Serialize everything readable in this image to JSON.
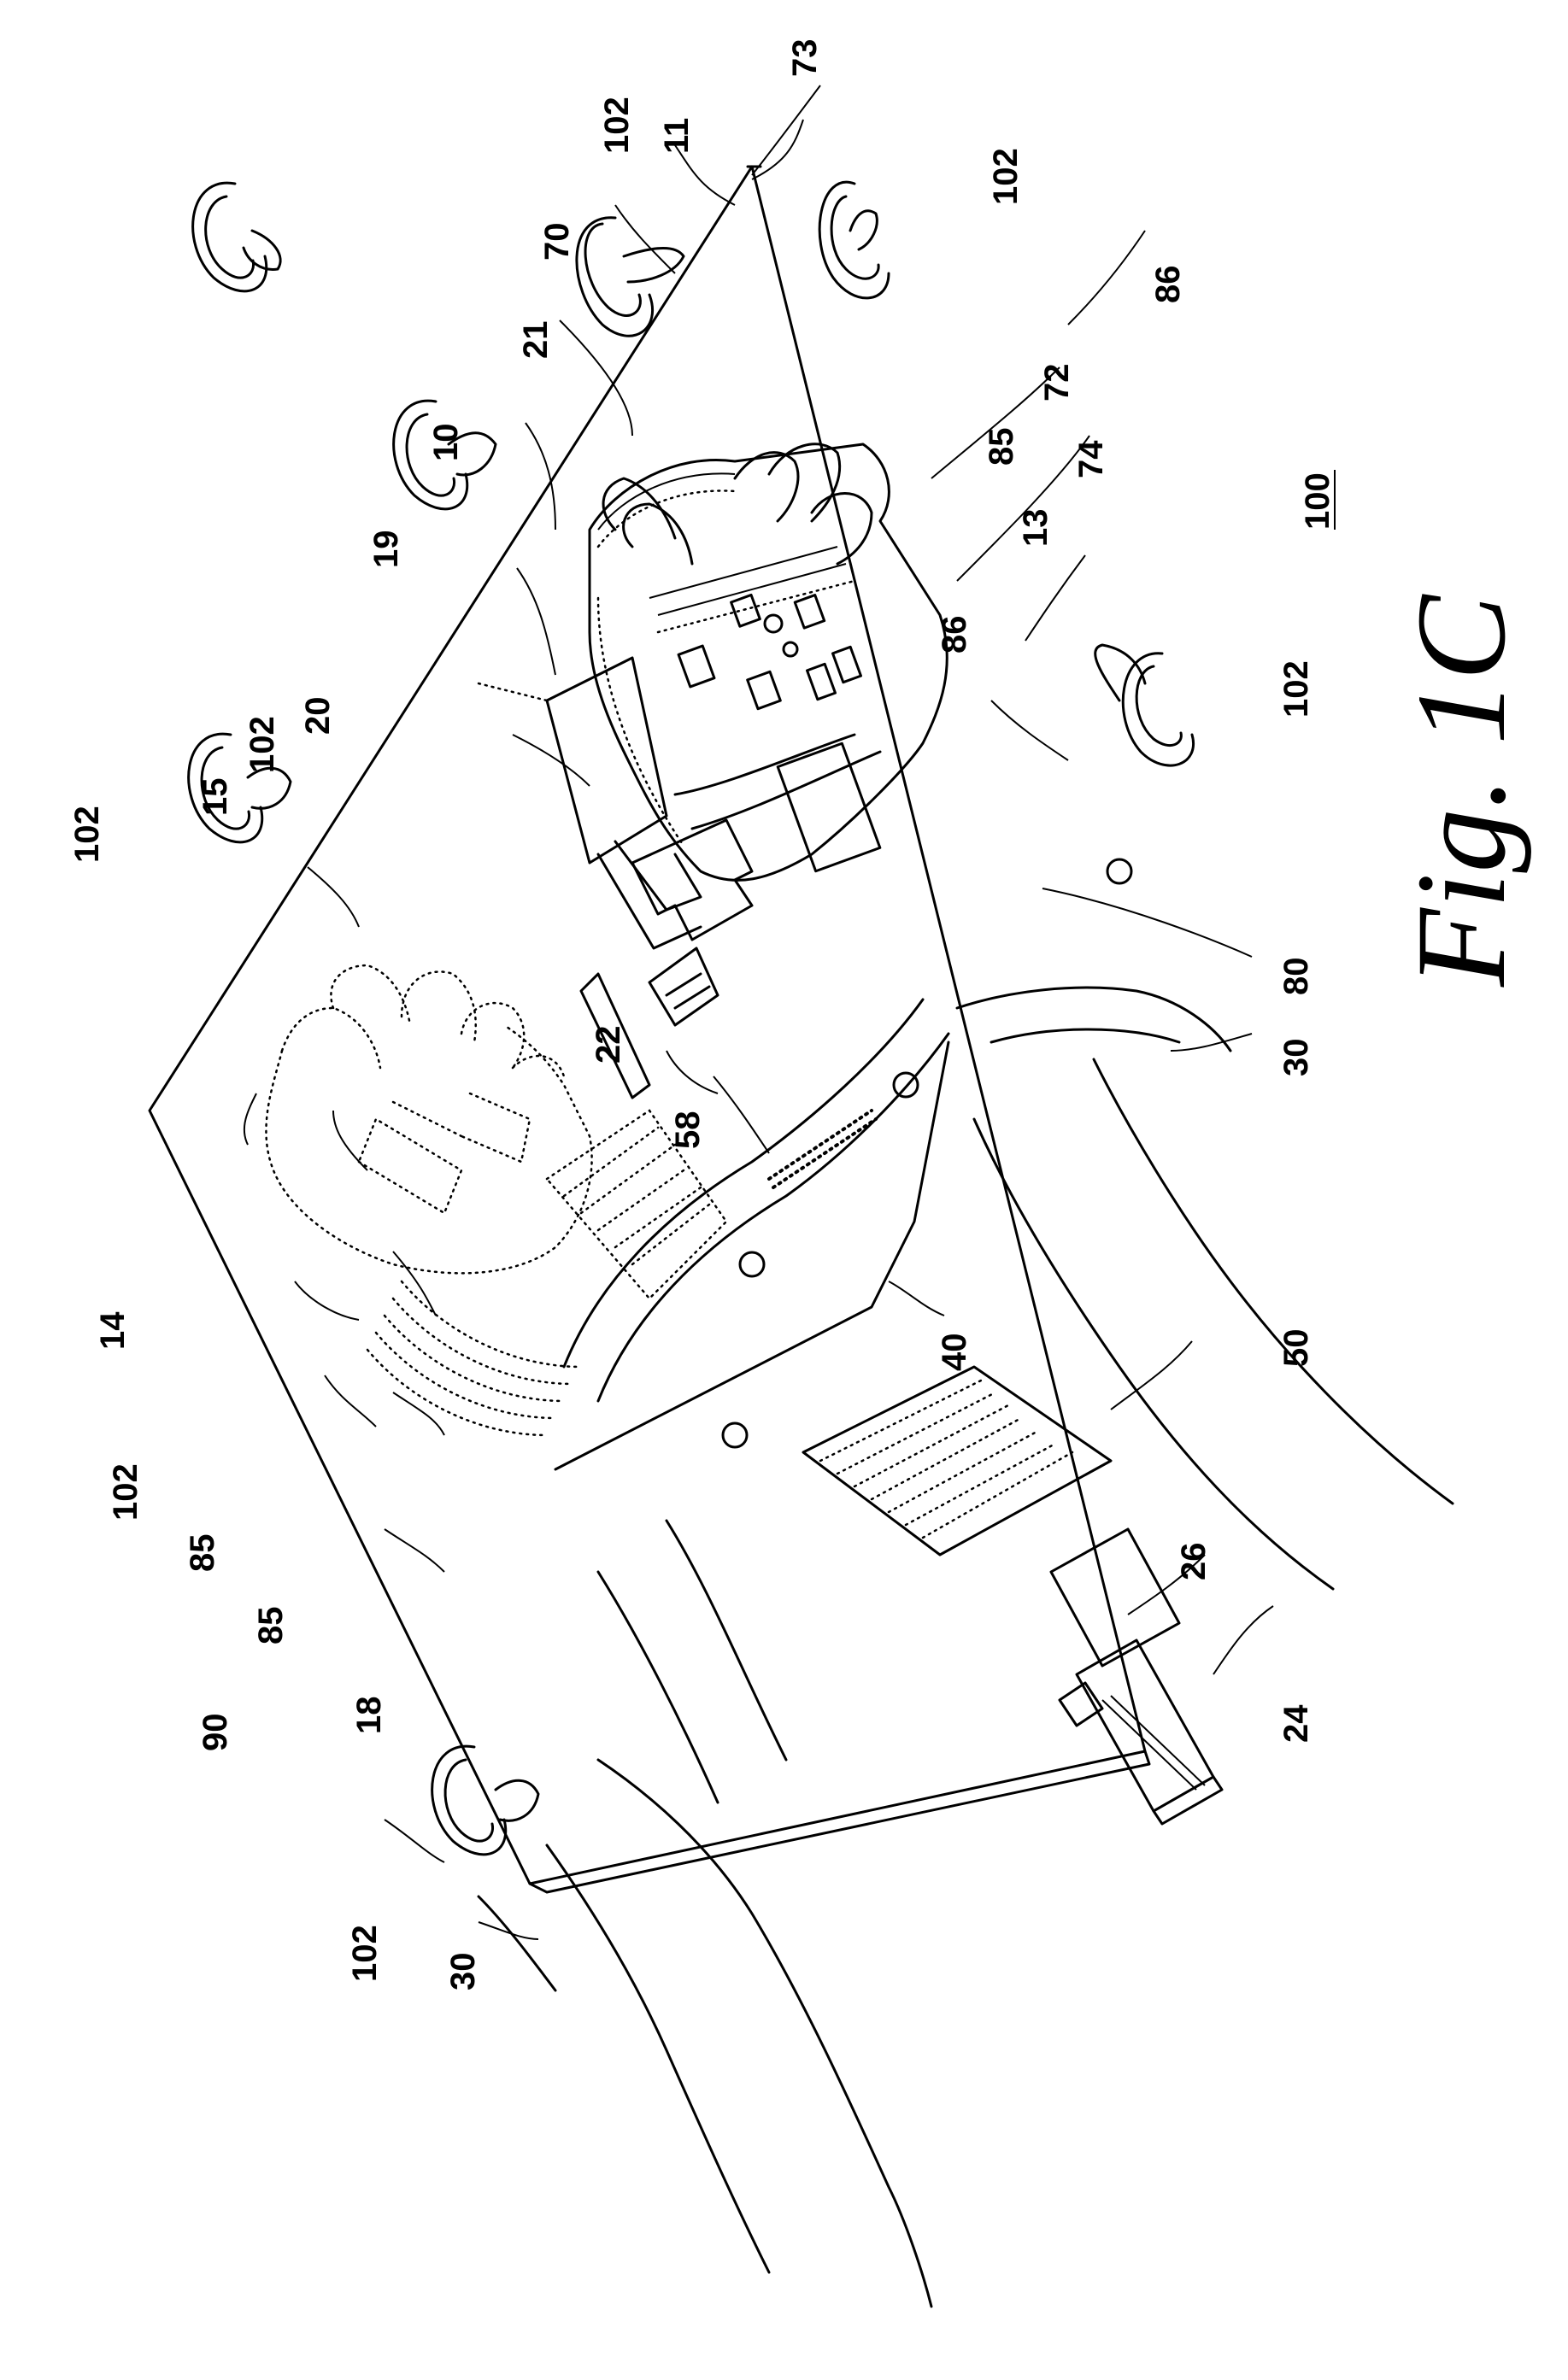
{
  "figure": {
    "title": "Fig. 1C",
    "assembly_number": "100",
    "reference_numerals": {
      "r102a": "102",
      "r102b": "102",
      "r102c": "102",
      "r102d": "102",
      "r102e": "102",
      "r102f": "102",
      "r102g": "102",
      "r11": "11",
      "r73": "73",
      "r70": "70",
      "r21": "21",
      "r10": "10",
      "r19": "19",
      "r20": "20",
      "r15": "15",
      "r14": "14",
      "r90": "90",
      "r85a": "85",
      "r85b": "85",
      "r85c": "85",
      "r18": "18",
      "r30a": "30",
      "r30b": "30",
      "r22": "22",
      "r58": "58",
      "r40": "40",
      "r50": "50",
      "r26": "26",
      "r24": "24",
      "r80": "80",
      "r13": "13",
      "r74": "74",
      "r72": "72",
      "r86a": "86",
      "r86b": "86"
    }
  }
}
